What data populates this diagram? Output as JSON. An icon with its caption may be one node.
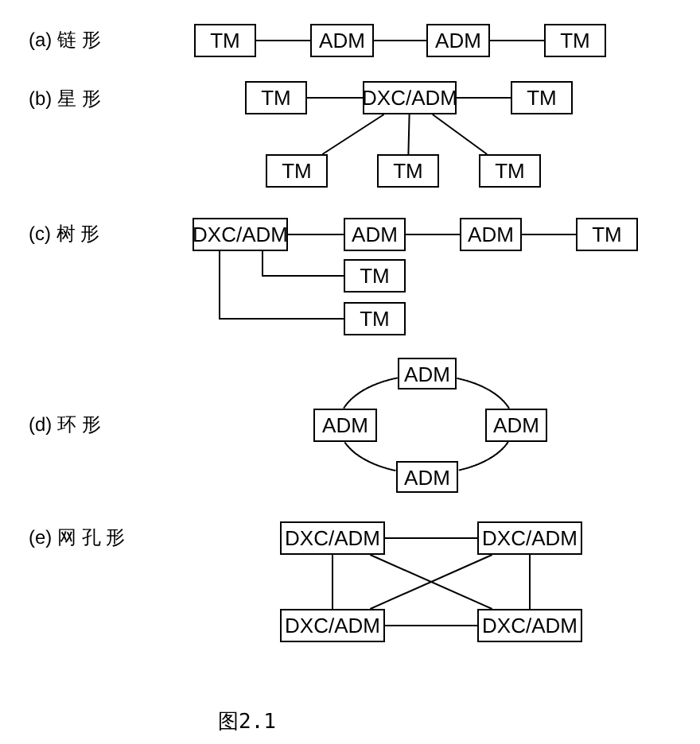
{
  "diagram": {
    "caption": "图2.1",
    "nodes": [
      {
        "text": [
          "TM"
        ]
      },
      {
        "text": [
          "ADM"
        ]
      },
      {
        "text": [
          "ADM"
        ]
      },
      {
        "text": [
          "TM"
        ]
      },
      {
        "text": [
          "TM"
        ]
      },
      {
        "text": [
          "DXC/ADM"
        ]
      },
      {
        "text": [
          "TM"
        ]
      },
      {
        "text": [
          "TM"
        ]
      },
      {
        "text": [
          "TM"
        ]
      },
      {
        "text": [
          "TM"
        ]
      },
      {
        "text": [
          "DXC/ADM"
        ]
      },
      {
        "text": [
          "ADM"
        ]
      },
      {
        "text": [
          "ADM"
        ]
      },
      {
        "text": [
          "TM"
        ]
      },
      {
        "text": [
          "TM"
        ]
      },
      {
        "text": [
          "TM"
        ]
      },
      {
        "text": [
          "ADM"
        ]
      },
      {
        "text": [
          "ADM"
        ]
      },
      {
        "text": [
          "ADM"
        ]
      },
      {
        "text": [
          "ADM"
        ]
      },
      {
        "text": [
          "DXC/ADM"
        ]
      },
      {
        "text": [
          "DXC/ADM"
        ]
      },
      {
        "text": [
          "DXC/ADM"
        ]
      },
      {
        "text": [
          "DXC/ADM"
        ]
      }
    ],
    "edges": [
      {
        "from": 0,
        "to": 1,
        "arrow": "none"
      },
      {
        "from": 1,
        "to": 2,
        "arrow": "none"
      },
      {
        "from": 2,
        "to": 3,
        "arrow": "none"
      },
      {
        "from": 4,
        "to": 5,
        "arrow": "none"
      },
      {
        "from": 5,
        "to": 6,
        "arrow": "none"
      },
      {
        "from": 5,
        "to": 7,
        "arrow": "none"
      },
      {
        "from": 5,
        "to": 8,
        "arrow": "none"
      },
      {
        "from": 5,
        "to": 9,
        "arrow": "none"
      },
      {
        "from": 10,
        "to": 11,
        "arrow": "none"
      },
      {
        "from": 11,
        "to": 12,
        "arrow": "none"
      },
      {
        "from": 12,
        "to": 13,
        "arrow": "none"
      },
      {
        "from": 10,
        "to": 14,
        "arrow": "none"
      },
      {
        "from": 10,
        "to": 15,
        "arrow": "none"
      },
      {
        "from": 16,
        "to": 18,
        "arrow": "none"
      },
      {
        "from": 18,
        "to": 19,
        "arrow": "none"
      },
      {
        "from": 19,
        "to": 17,
        "arrow": "none"
      },
      {
        "from": 17,
        "to": 16,
        "arrow": "none"
      },
      {
        "from": 20,
        "to": 21,
        "arrow": "none"
      },
      {
        "from": 22,
        "to": 23,
        "arrow": "none"
      },
      {
        "from": 20,
        "to": 22,
        "arrow": "none"
      },
      {
        "from": 21,
        "to": 23,
        "arrow": "none"
      },
      {
        "from": 20,
        "to": 23,
        "arrow": "none"
      },
      {
        "from": 21,
        "to": 22,
        "arrow": "none"
      }
    ],
    "labels": [
      "(a) 链 形",
      "(b) 星 形",
      "(c) 树 形",
      "(d) 环 形",
      "(e) 网 孔 形"
    ]
  }
}
